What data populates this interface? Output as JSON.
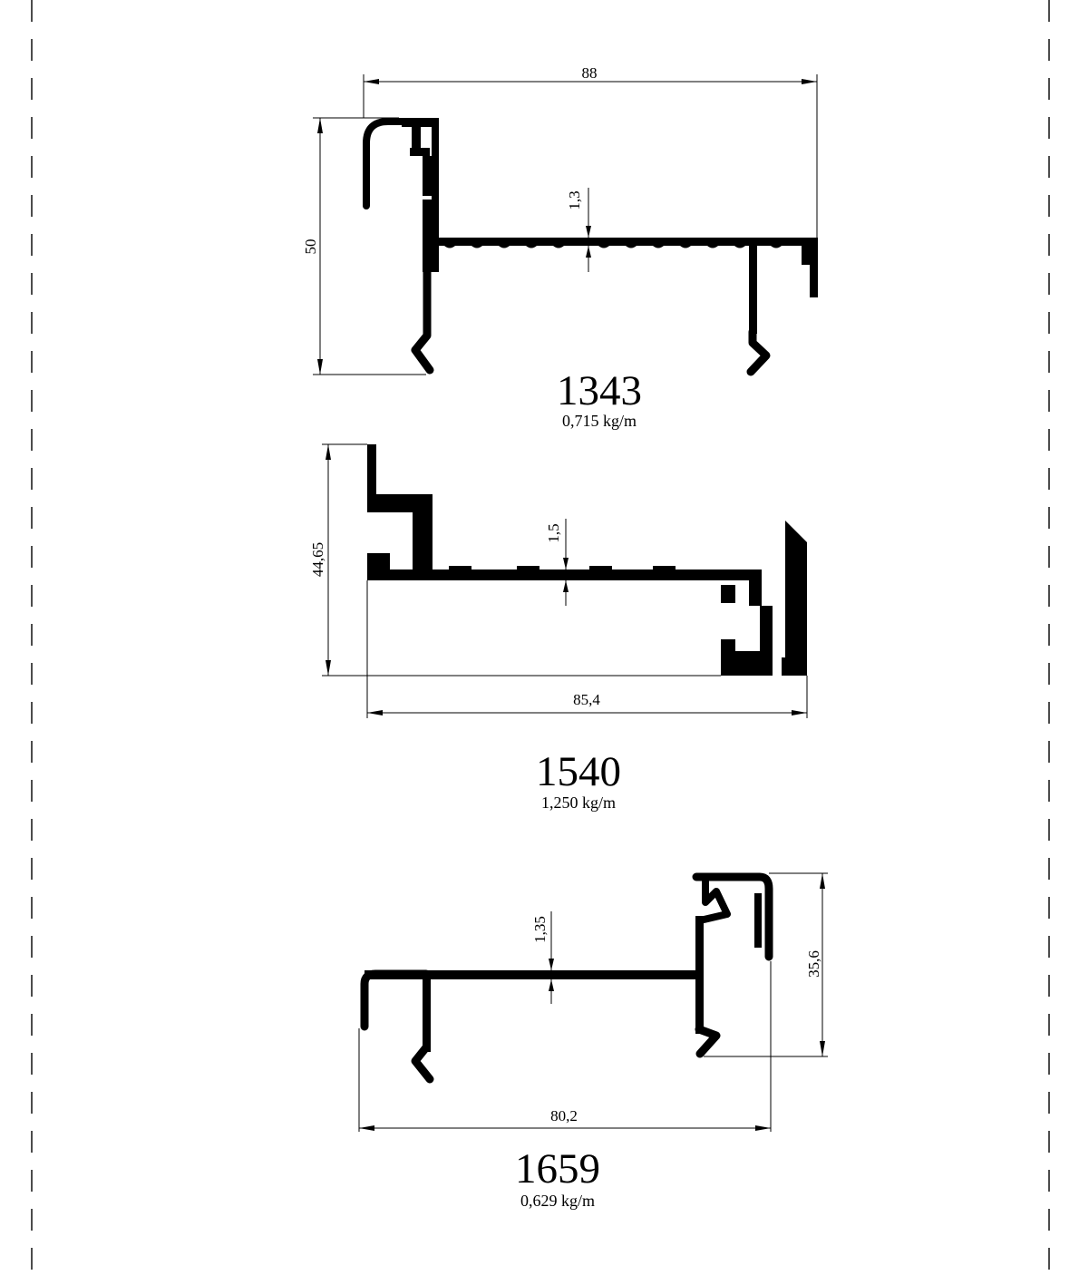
{
  "profiles": [
    {
      "code": "1343",
      "weight": "0,715 kg/m",
      "dimensions": {
        "width": "88",
        "height": "50",
        "wall": "1,3"
      }
    },
    {
      "code": "1540",
      "weight": "1,250 kg/m",
      "dimensions": {
        "width": "85,4",
        "height": "44,65",
        "wall": "1,5"
      }
    },
    {
      "code": "1659",
      "weight": "0,629 kg/m",
      "dimensions": {
        "width": "80,2",
        "height": "35,6",
        "wall": "1,35"
      }
    }
  ],
  "colors": {
    "ink": "#000000",
    "paper": "#ffffff"
  }
}
